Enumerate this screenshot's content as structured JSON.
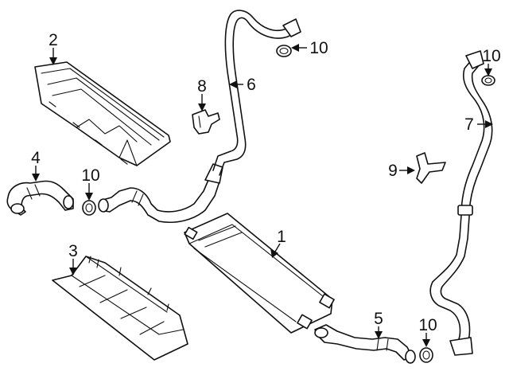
{
  "callouts": [
    {
      "id": "c1",
      "label": "1"
    },
    {
      "id": "c2",
      "label": "2"
    },
    {
      "id": "c3",
      "label": "3"
    },
    {
      "id": "c4",
      "label": "4"
    },
    {
      "id": "c5",
      "label": "5"
    },
    {
      "id": "c6",
      "label": "6"
    },
    {
      "id": "c7",
      "label": "7"
    },
    {
      "id": "c8",
      "label": "8"
    },
    {
      "id": "c9",
      "label": "9"
    },
    {
      "id": "c10a",
      "label": "10"
    },
    {
      "id": "c10b",
      "label": "10"
    },
    {
      "id": "c10c",
      "label": "10"
    },
    {
      "id": "c10d",
      "label": "10"
    }
  ]
}
